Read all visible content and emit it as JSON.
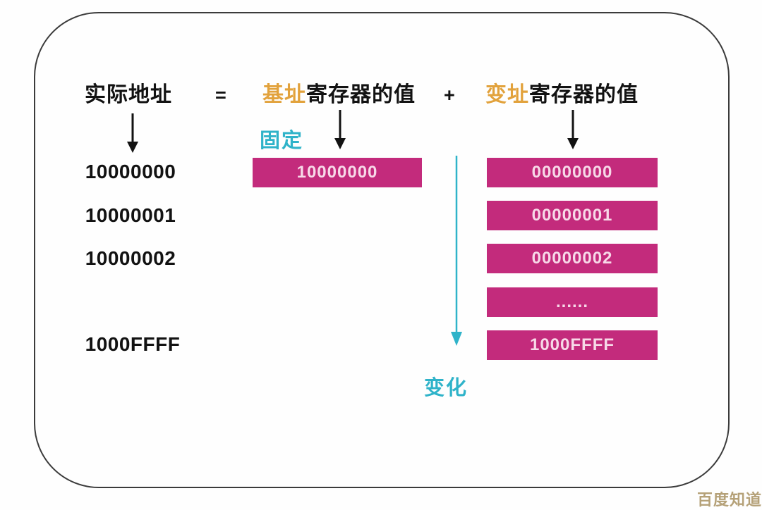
{
  "equation": {
    "actual_address": "实际地址",
    "equals": "=",
    "base_highlight": "基址",
    "base_suffix": "寄存器的值",
    "plus": "+",
    "index_highlight": "变址",
    "index_suffix": "寄存器的值"
  },
  "annotations": {
    "fixed": "固定",
    "changing": "变化"
  },
  "actual_addresses": [
    "10000000",
    "10000001",
    "10000002",
    "1000FFFF"
  ],
  "base_register_box": "10000000",
  "index_register_boxes": [
    "00000000",
    "00000001",
    "00000002",
    "......",
    "1000FFFF"
  ],
  "watermark": "百度知道",
  "colors": {
    "box_magenta": "#c32b7c",
    "box_text_pink": "#f7d9e8",
    "accent_cyan": "#2fb3c9",
    "accent_orange": "#e2a23c",
    "text_black": "#121212",
    "frame_gray": "#3b3b3b",
    "watermark_tan": "#b5a178"
  }
}
